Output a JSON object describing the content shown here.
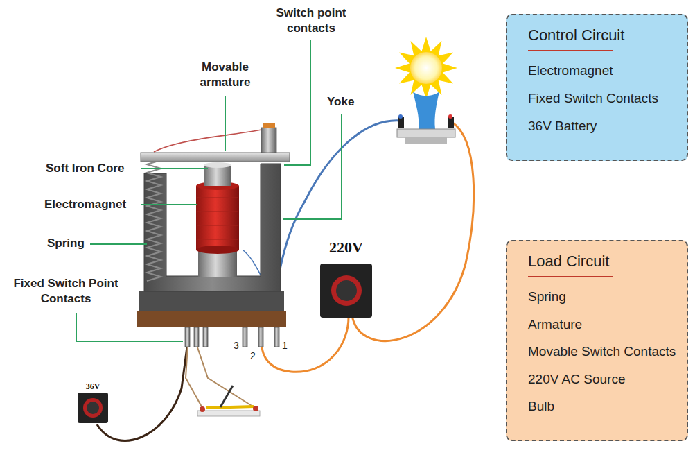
{
  "diagram": {
    "nodes": [
      {
        "text": [
          "Control Circuit",
          "Electromagnet",
          "Fixed Switch Contacts",
          "36V Battery"
        ]
      },
      {
        "text": [
          "Load Circuit",
          "Spring",
          "Armature",
          "Movable Switch Contacts",
          "220V AC Source",
          "Bulb"
        ]
      }
    ],
    "labels": [
      "Switch point contacts",
      "Movable armature",
      "Yoke",
      "Soft Iron Core",
      "Electromagnet",
      "Spring",
      "Fixed Switch Point Contacts",
      "220V",
      "36V",
      "3",
      "2",
      "1"
    ]
  }
}
